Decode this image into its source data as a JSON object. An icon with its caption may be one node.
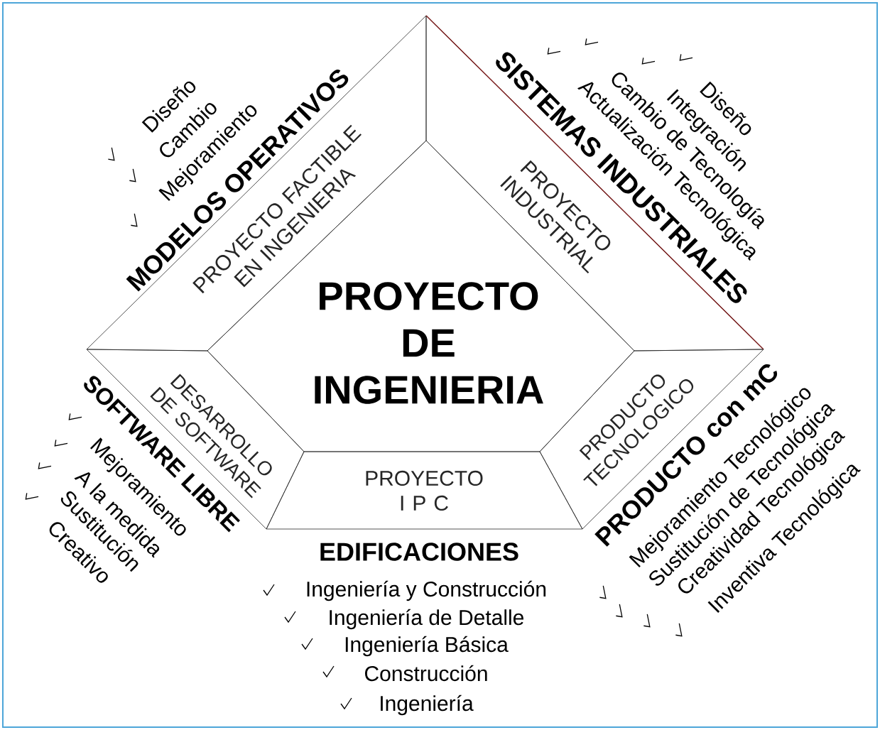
{
  "diagram": {
    "nodes": [
      {
        "text": [
          "PROYECTO DE INGENIERIA"
        ]
      },
      {
        "text": [
          "PROYECTO FACTIBLE EN INGENIERIA",
          "MODELOS OPERATIVOS"
        ],
        "beside": [
          "Diseño",
          "Cambio",
          "Mejoramiento"
        ]
      },
      {
        "text": [
          "PROYECTO INDUSTRIAL",
          "SISTEMAS INDUSTRIALES"
        ],
        "beside": [
          "Diseño",
          "Integración",
          "Cambio de Tecnología",
          "Actualización Tecnológica"
        ]
      },
      {
        "text": [
          "DESARROLLO DE SOFTWARE",
          "SOFTWARE LIBRE"
        ],
        "beside": [
          "Mejoramiento",
          "A la medida",
          "Sustitución",
          "Creativo"
        ]
      },
      {
        "text": [
          "PROYECTO I P C",
          "EDIFICACIONES"
        ],
        "beside": [
          "Ingeniería y Construcción",
          "Ingeniería de Detalle",
          "Ingeniería Básica",
          "Construcción",
          "Ingeniería"
        ]
      },
      {
        "text": [
          "PRODUCTO TECNOLOGICO",
          "PRODUCTO con mC"
        ],
        "beside": [
          "Mejoramiento Tecnológico",
          "Sustitución de Tecnológica",
          "Creatividad Tecnológica",
          "Inventiva Tecnológica"
        ]
      }
    ]
  }
}
